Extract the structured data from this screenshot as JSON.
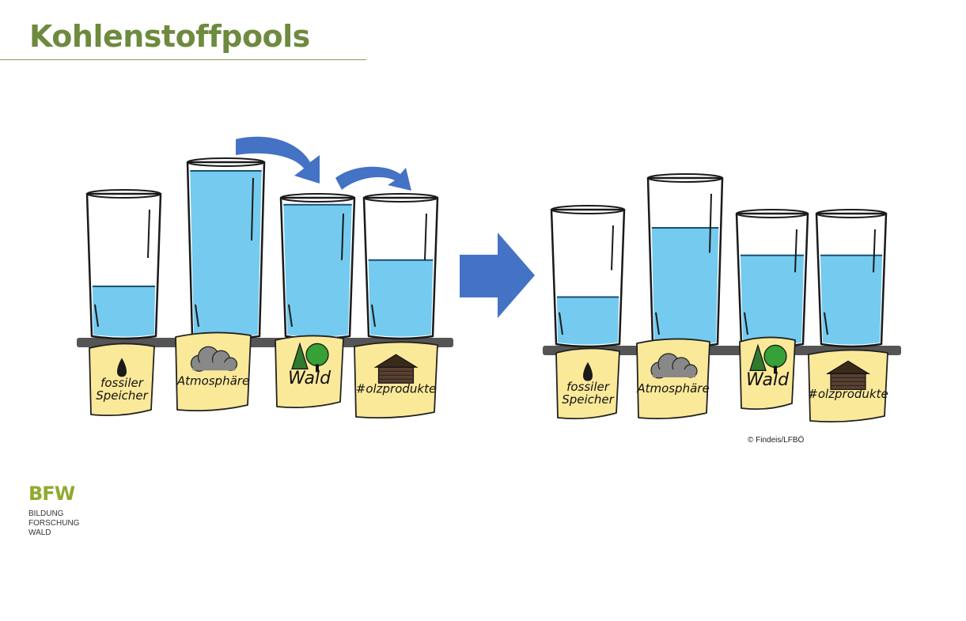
{
  "title": "Kohlenstoffpools",
  "credit": "© Findeis/LFBÖ",
  "logo": {
    "mark": "BFW",
    "lines": [
      "BILDUNG",
      "FORSCHUNG",
      "WALD"
    ]
  },
  "pools": [
    {
      "id": "fossil",
      "label_lines": [
        "fossiler",
        "Speicher"
      ],
      "icon": "oil-drop-icon"
    },
    {
      "id": "atmosphere",
      "label_lines": [
        "Atmosphäre"
      ],
      "icon": "cloud-icon"
    },
    {
      "id": "forest",
      "label_lines": [
        "Wald"
      ],
      "icon": "trees-icon"
    },
    {
      "id": "wood",
      "label_lines": [
        "#olzprodukte"
      ],
      "icon": "log-cabin-icon"
    }
  ],
  "states": [
    {
      "name": "before",
      "fill_levels": [
        0.35,
        0.95,
        0.95,
        0.55
      ]
    },
    {
      "name": "after",
      "fill_levels": [
        0.35,
        0.7,
        0.68,
        0.68
      ]
    }
  ],
  "colors": {
    "water": "#74cbef",
    "tag": "#fbe99a",
    "arrow": "#4472c4",
    "shelf": "#555555",
    "title": "#6e8a3e"
  }
}
